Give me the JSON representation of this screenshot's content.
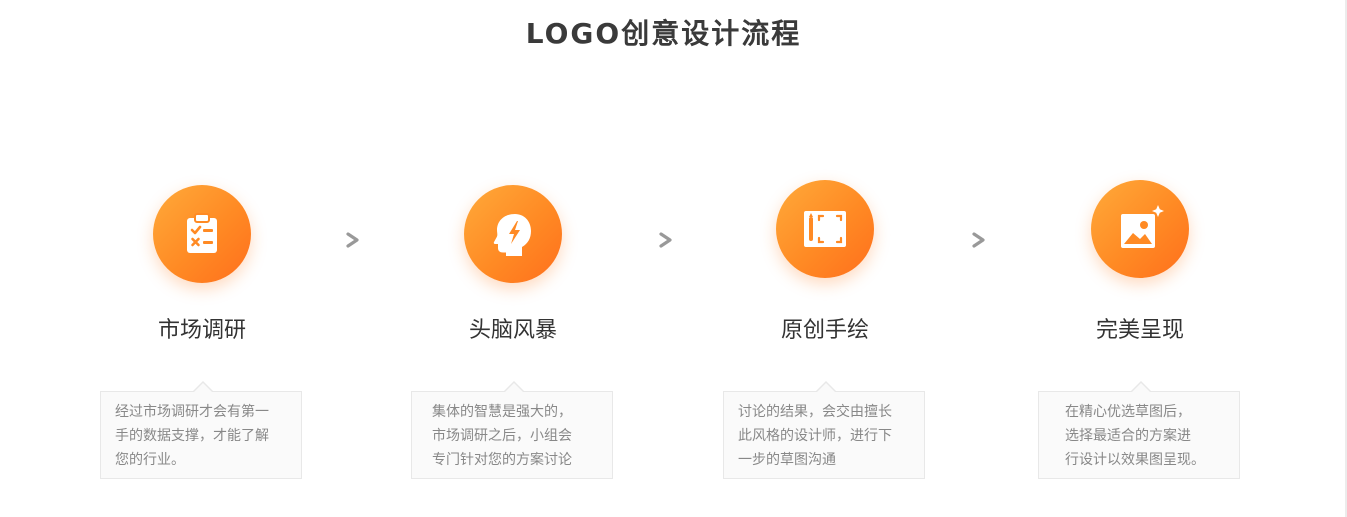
{
  "page": {
    "title": "LOGO创意设计流程"
  },
  "steps": [
    {
      "icon": "clipboard-checklist-icon",
      "title": "市场调研",
      "description": "经过市场调研才会有第一\n手的数据支撑，才能了解\n您的行业。"
    },
    {
      "icon": "head-lightning-icon",
      "title": "头脑风暴",
      "description": "集体的智慧是强大的，\n市场调研之后，小组会\n专门针对您的方案讨论"
    },
    {
      "icon": "drawing-tablet-icon",
      "title": "原创手绘",
      "description": "讨论的结果，会交由擅长\n此风格的设计师，进行下\n一步的草图沟通"
    },
    {
      "icon": "image-sparkle-icon",
      "title": "完美呈现",
      "description": "在精心优选草图后，\n选择最适合的方案进\n行设计以效果图呈现。"
    }
  ],
  "arrows": [
    "chevron-right-icon",
    "chevron-right-icon",
    "chevron-right-icon"
  ],
  "colors": {
    "accent_start": "#ffaa3a",
    "accent_end": "#ff6f1c",
    "title_text": "#3a3a3a",
    "step_title_text": "#333333",
    "description_text": "#888888",
    "box_background": "#fafafa",
    "box_border": "#e8e8e8",
    "arrow": "#999999"
  }
}
